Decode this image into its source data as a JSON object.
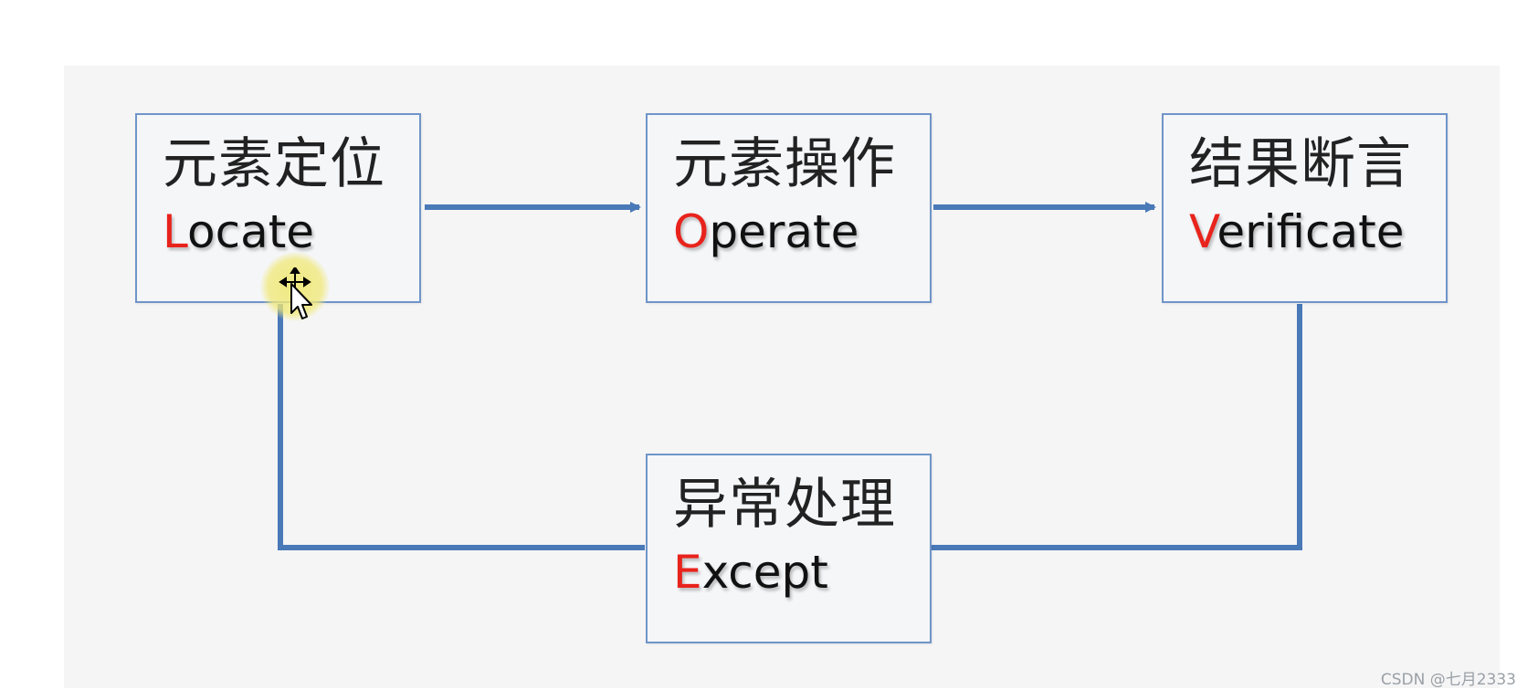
{
  "nodes": {
    "locate": {
      "zh": "元素定位",
      "en_initial": "L",
      "en_rest": "ocate"
    },
    "operate": {
      "zh": "元素操作",
      "en_initial": "O",
      "en_rest": "perate"
    },
    "verificate": {
      "zh": "结果断言",
      "en_initial": "V",
      "en_rest": "erificate"
    },
    "except": {
      "zh": "异常处理",
      "en_initial": "E",
      "en_rest": "xcept"
    }
  },
  "colors": {
    "connector": "#4a79b8",
    "initial_letter": "#e8231c",
    "node_border": "#6f95c8"
  },
  "cursor_icon": "move-cursor-icon",
  "watermark": "CSDN @七月2333"
}
